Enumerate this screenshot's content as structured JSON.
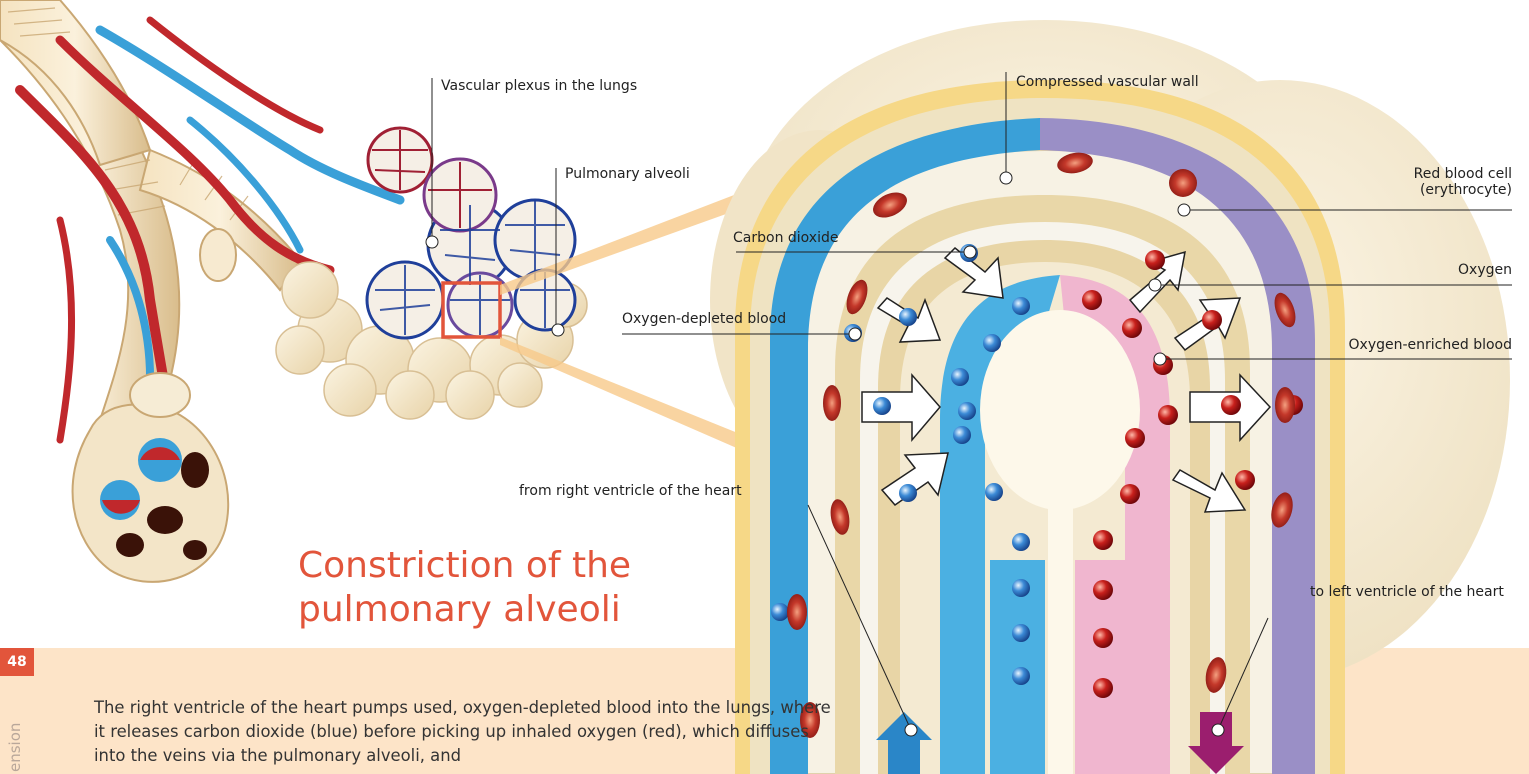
{
  "title": {
    "line1": "Constriction of the",
    "line2": "pulmonary alveoli"
  },
  "page_number": "48",
  "side_word": "ension",
  "body_text": "The right ventricle of the heart pumps used, oxygen-depleted blood into the lungs, where it releases carbon dioxide (blue) before picking up inhaled oxygen (red), which diffuses into the veins via the pulmonary alveoli, and",
  "labels": {
    "vascular_plexus": "Vascular plexus in the lungs",
    "pulmonary_alveoli": "Pulmonary alveoli",
    "compressed_wall": "Compressed vascular wall",
    "red_blood_cell_1": "Red blood cell",
    "red_blood_cell_2": "(erythrocyte)",
    "carbon_dioxide": "Carbon dioxide",
    "oxygen": "Oxygen",
    "oxygen_depleted": "Oxygen-depleted blood",
    "oxygen_enriched": "Oxygen-enriched blood",
    "from_right_ventricle": "from right ventricle of the heart",
    "to_left_ventricle": "to left ventricle of the heart"
  },
  "colors": {
    "accent": "#e2553b",
    "deoxygenated": "#3aa0d8",
    "oxygenated": "#b7142a",
    "vein_purple": "#9a8fc6",
    "tissue": "#f3e2bf",
    "band": "#fde4c8"
  }
}
